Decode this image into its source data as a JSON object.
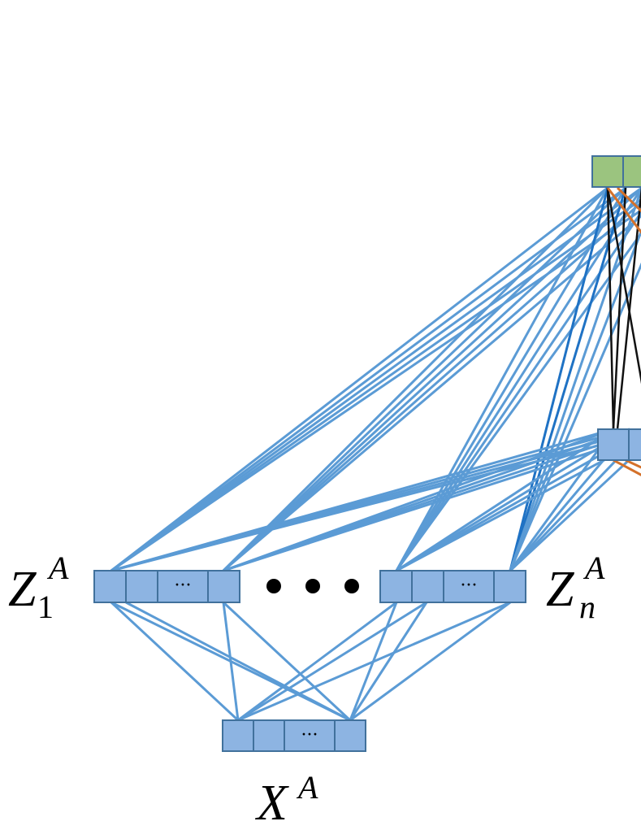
{
  "labels": {
    "z1": {
      "base": "Z",
      "sub": "1",
      "sup": "A"
    },
    "zn": {
      "base": "Z",
      "sub": "n",
      "sup": "A"
    },
    "x": {
      "base": "X",
      "sup": "A"
    }
  },
  "cell_ellipsis": "···",
  "colors": {
    "cell_fill": "#8db4e2",
    "cell_border": "#41719c",
    "top_cell_fill": "#9bc47f",
    "edge_light_blue": "#5b9bd5",
    "edge_dark_blue": "#1f72c4",
    "edge_black": "#111111",
    "edge_orange": "#d4712a"
  }
}
